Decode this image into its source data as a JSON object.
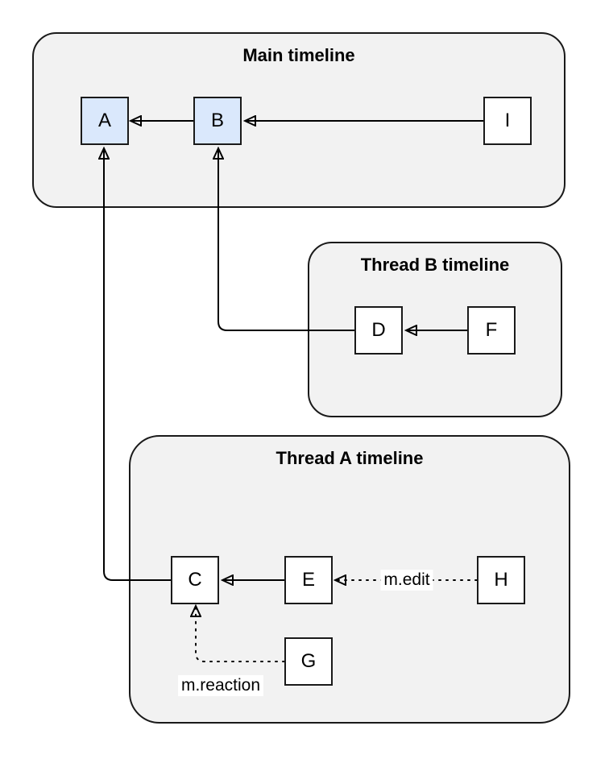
{
  "diagram": {
    "description": "Event DAG with a main timeline and two thread timelines",
    "background": "#ffffff"
  },
  "colors": {
    "container_fill": "#f2f2f2",
    "container_stroke": "#1a1a1a",
    "node_fill_default": "#ffffff",
    "node_fill_highlight": "#dae8fc",
    "node_stroke": "#1a1a1a",
    "edge_color": "#000000",
    "edge_label_background": "#ffffff",
    "text_color": "#000000"
  },
  "containers": [
    {
      "title": "Main timeline"
    },
    {
      "title": "Thread B timeline"
    },
    {
      "title": "Thread A timeline"
    }
  ],
  "nodes": [
    {
      "label": "A",
      "container": "Main timeline",
      "highlighted": true
    },
    {
      "label": "B",
      "container": "Main timeline",
      "highlighted": true
    },
    {
      "label": "I",
      "container": "Main timeline",
      "highlighted": false
    },
    {
      "label": "D",
      "container": "Thread B timeline",
      "highlighted": false
    },
    {
      "label": "F",
      "container": "Thread B timeline",
      "highlighted": false
    },
    {
      "label": "C",
      "container": "Thread A timeline",
      "highlighted": false
    },
    {
      "label": "E",
      "container": "Thread A timeline",
      "highlighted": false
    },
    {
      "label": "H",
      "container": "Thread A timeline",
      "highlighted": false
    },
    {
      "label": "G",
      "container": "Thread A timeline",
      "highlighted": false
    }
  ],
  "edges": [
    {
      "from": "B",
      "to": "A",
      "style": "solid",
      "label": ""
    },
    {
      "from": "I",
      "to": "B",
      "style": "solid",
      "label": ""
    },
    {
      "from": "F",
      "to": "D",
      "style": "solid",
      "label": ""
    },
    {
      "from": "E",
      "to": "C",
      "style": "solid",
      "label": ""
    },
    {
      "from": "D",
      "to": "B",
      "style": "solid",
      "label": ""
    },
    {
      "from": "C",
      "to": "A",
      "style": "solid",
      "label": ""
    },
    {
      "from": "H",
      "to": "E",
      "style": "dotted",
      "label": "m.edit"
    },
    {
      "from": "G",
      "to": "C",
      "style": "dotted",
      "label": "m.reaction"
    }
  ]
}
